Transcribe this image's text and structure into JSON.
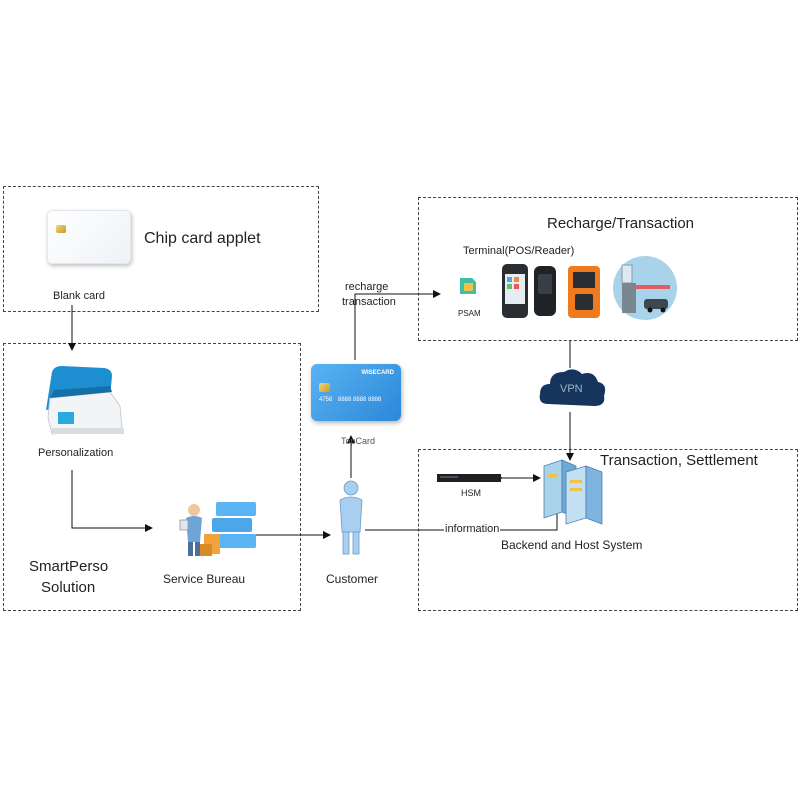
{
  "sections": {
    "chip_applet": {
      "title": "Chip card applet",
      "blank_card": "Blank card"
    },
    "smartperso": {
      "line1": "SmartPerso",
      "line2": "Solution",
      "personalization": "Personalization",
      "service_bureau": "Service Bureau"
    },
    "recharge": {
      "title": "Recharge/Transaction",
      "terminal": "Terminal(POS/Reader)",
      "psam": "PSAM"
    },
    "settlement": {
      "title": "Transaction, Settlement",
      "hsm": "HSM",
      "backend": "Backend and Host System"
    }
  },
  "flow": {
    "recharge_line1": "recharge",
    "recharge_line2": "transaction",
    "topcard": "TopCard",
    "customer": "Customer",
    "information": "information",
    "vpn": "VPN"
  },
  "card": {
    "brand": "WISECARD",
    "number_tail": "8888 8888 8888",
    "number_head": "4756"
  },
  "colors": {
    "accent": "#2b87d9",
    "cloud": "#16355c",
    "box_border": "#444444"
  }
}
